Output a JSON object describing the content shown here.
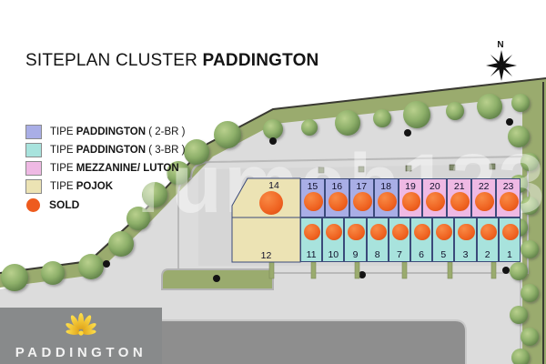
{
  "header": {
    "title_prefix": "SITEPLAN CLUSTER ",
    "title_bold": "PADDINGTON"
  },
  "compass": {
    "north_label": "N",
    "icon": "compass-rose-icon"
  },
  "legend": {
    "items": [
      {
        "prefix": "TIPE ",
        "name": "PADDINGTON",
        "suffix": " ( 2-BR )",
        "color": "#a9aee6",
        "swatch": "square"
      },
      {
        "prefix": "TIPE ",
        "name": "PADDINGTON",
        "suffix": " ( 3-BR )",
        "color": "#a8e3dd",
        "swatch": "square"
      },
      {
        "prefix": "TIPE ",
        "name": "MEZZANINE/ LUTON",
        "suffix": "",
        "color": "#efb9e4",
        "swatch": "square"
      },
      {
        "prefix": "TIPE ",
        "name": "POJOK",
        "suffix": "",
        "color": "#ece3b4",
        "swatch": "square"
      },
      {
        "prefix": "",
        "name": "SOLD",
        "suffix": "",
        "color": "#ee5b1e",
        "swatch": "circle"
      }
    ]
  },
  "colors": {
    "type_2br": "#a9aee6",
    "type_3br": "#a8e3dd",
    "type_mezzanine": "#efb9e4",
    "type_pojok": "#ece3b4",
    "sold": "#ee5b1e",
    "plot_border": "#3b4a7a",
    "road": "#dcdcdc",
    "road_dark": "#8e8e8e",
    "greenery": "#9aab6e",
    "boundary": "#3a3a32"
  },
  "siteplan": {
    "top_row": [
      {
        "number": "14",
        "type": "pojok",
        "sold": true
      },
      {
        "number": "15",
        "type": "2br",
        "sold": true
      },
      {
        "number": "16",
        "type": "2br",
        "sold": true
      },
      {
        "number": "17",
        "type": "2br",
        "sold": true
      },
      {
        "number": "18",
        "type": "2br",
        "sold": true
      },
      {
        "number": "19",
        "type": "mezzanine",
        "sold": true
      },
      {
        "number": "20",
        "type": "mezzanine",
        "sold": true
      },
      {
        "number": "21",
        "type": "mezzanine",
        "sold": true
      },
      {
        "number": "22",
        "type": "mezzanine",
        "sold": true
      },
      {
        "number": "23",
        "type": "mezzanine",
        "sold": true
      }
    ],
    "bottom_row": [
      {
        "number": "12",
        "type": "pojok",
        "sold": false
      },
      {
        "number": "11",
        "type": "3br",
        "sold": true
      },
      {
        "number": "10",
        "type": "3br",
        "sold": true
      },
      {
        "number": "9",
        "type": "3br",
        "sold": true
      },
      {
        "number": "8",
        "type": "3br",
        "sold": true
      },
      {
        "number": "7",
        "type": "3br",
        "sold": true
      },
      {
        "number": "6",
        "type": "3br",
        "sold": true
      },
      {
        "number": "5",
        "type": "3br",
        "sold": true
      },
      {
        "number": "3",
        "type": "3br",
        "sold": true
      },
      {
        "number": "2",
        "type": "3br",
        "sold": true
      },
      {
        "number": "1",
        "type": "3br",
        "sold": true
      }
    ]
  },
  "watermark": {
    "text": "rumah123"
  },
  "logo": {
    "name": "PADDINGTON",
    "mark": "sunburst-petals-icon"
  }
}
